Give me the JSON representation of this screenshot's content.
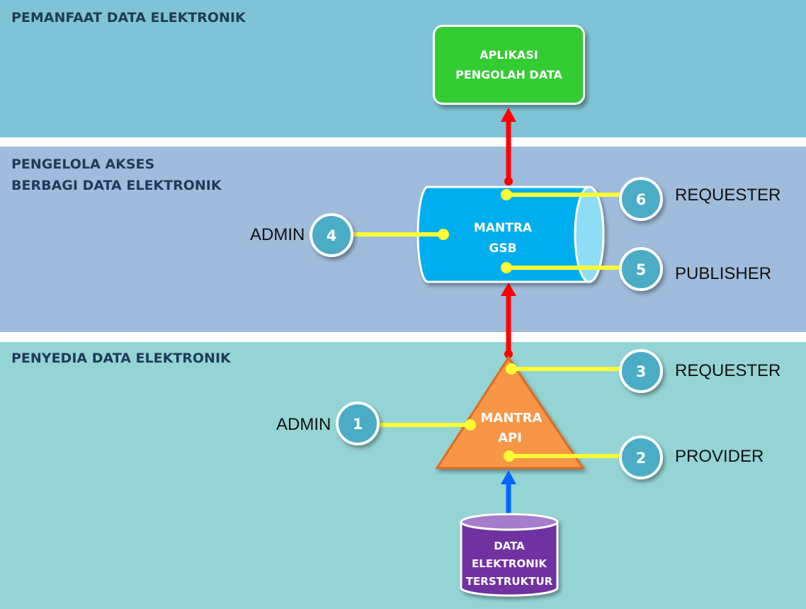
{
  "bands": {
    "top_title": "PEMANFAAT DATA ELEKTRONIK",
    "mid_title_line1": "PENGELOLA AKSES",
    "mid_title_line2": "BERBAGI DATA ELEKTRONIK",
    "bottom_title": "PENYEDIA DATA ELEKTRONIK"
  },
  "app_box": {
    "line1": "APLIKASI",
    "line2": "PENGOLAH DATA",
    "color": "#33cc33"
  },
  "gsb": {
    "line1": "MANTRA",
    "line2": "GSB",
    "color": "#00aeef"
  },
  "api": {
    "line1": "MANTRA",
    "line2": "API",
    "color": "#f79646"
  },
  "database": {
    "line1": "DATA",
    "line2": "ELEKTRONIK",
    "line3": "TERSTRUKTUR",
    "color": "#7030a0"
  },
  "badges": {
    "b1": "1",
    "b2": "2",
    "b3": "3",
    "b4": "4",
    "b5": "5",
    "b6": "6",
    "color": "#4bacc6"
  },
  "roles": {
    "r1": "ADMIN",
    "r2": "PROVIDER",
    "r3": "REQUESTER",
    "r4": "ADMIN",
    "r5": "PUBLISHER",
    "r6": "REQUESTER"
  },
  "connector_colors": {
    "flow_up": "#ff0000",
    "source": "#0066ff",
    "role_link": "#ffff33"
  }
}
